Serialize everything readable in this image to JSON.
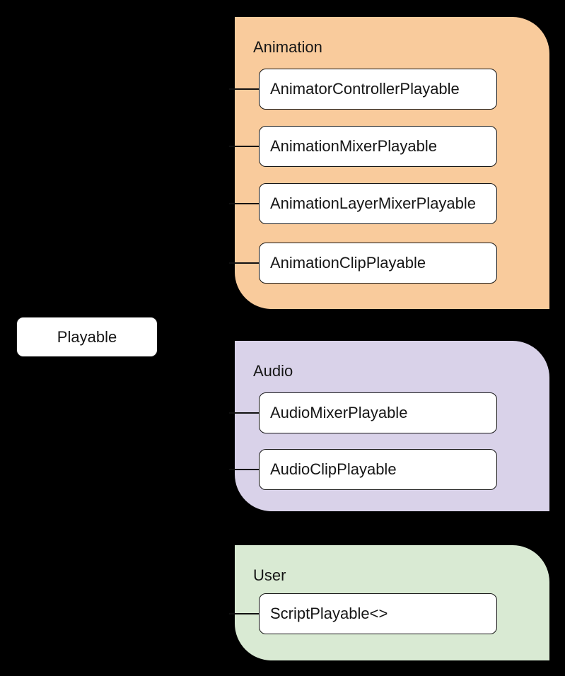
{
  "diagram": {
    "background_color": "#000000",
    "node_fill_color": "#ffffff",
    "line_color": "#111111",
    "root": {
      "label": "Playable"
    },
    "groups": [
      {
        "label": "Animation",
        "color": "#f9cb9c",
        "children": [
          "AnimatorControllerPlayable",
          "AnimationMixerPlayable",
          "AnimationLayerMixerPlayable",
          "AnimationClipPlayable"
        ]
      },
      {
        "label": "Audio",
        "color": "#d9d2e9",
        "children": [
          "AudioMixerPlayable",
          "AudioClipPlayable"
        ]
      },
      {
        "label": "User",
        "color": "#d9ead3",
        "children": [
          "ScriptPlayable<>"
        ]
      }
    ]
  }
}
